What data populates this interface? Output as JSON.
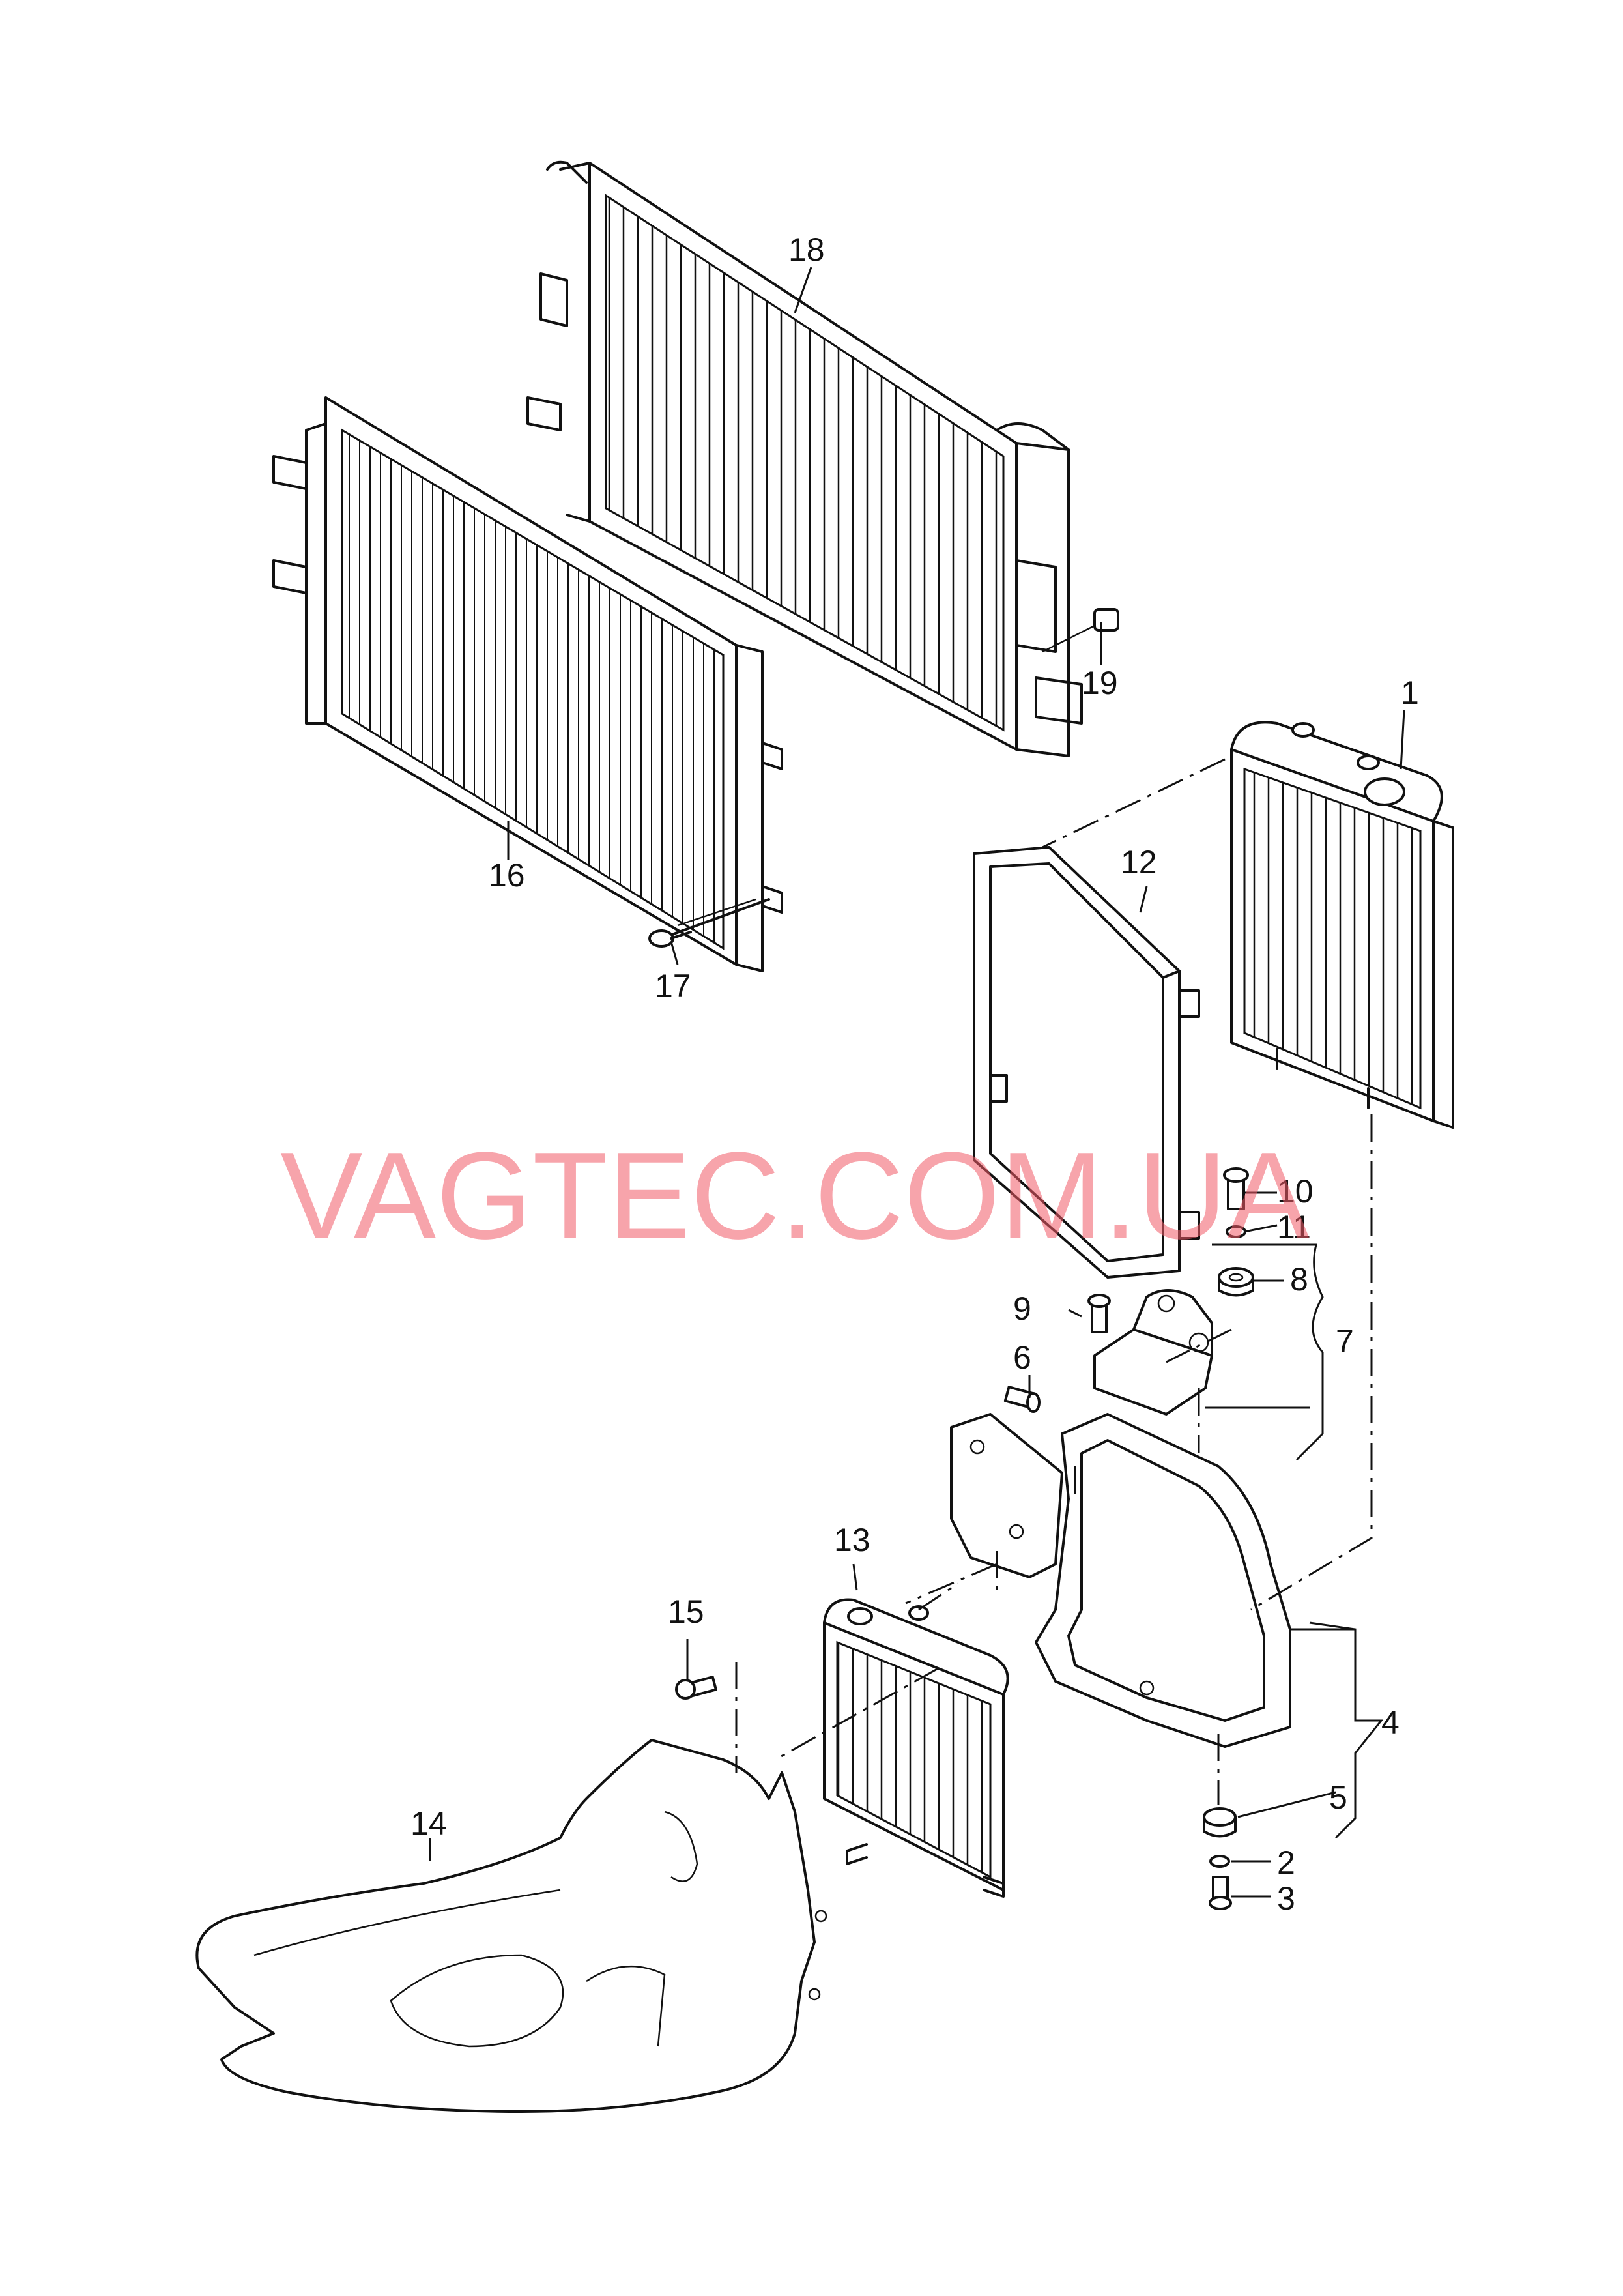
{
  "watermark": "VAGTEC.COM.UA",
  "callouts": {
    "c1": "1",
    "c2": "2",
    "c3": "3",
    "c4": "4",
    "c5": "5",
    "c6": "6",
    "c7": "7",
    "c8": "8",
    "c9": "9",
    "c10": "10",
    "c11": "11",
    "c12": "12",
    "c13": "13",
    "c14": "14",
    "c15": "15",
    "c16": "16",
    "c17": "17",
    "c18": "18",
    "c19": "19"
  },
  "colors": {
    "line": "#111111",
    "watermark": "#f25a68",
    "background": "#ffffff"
  }
}
